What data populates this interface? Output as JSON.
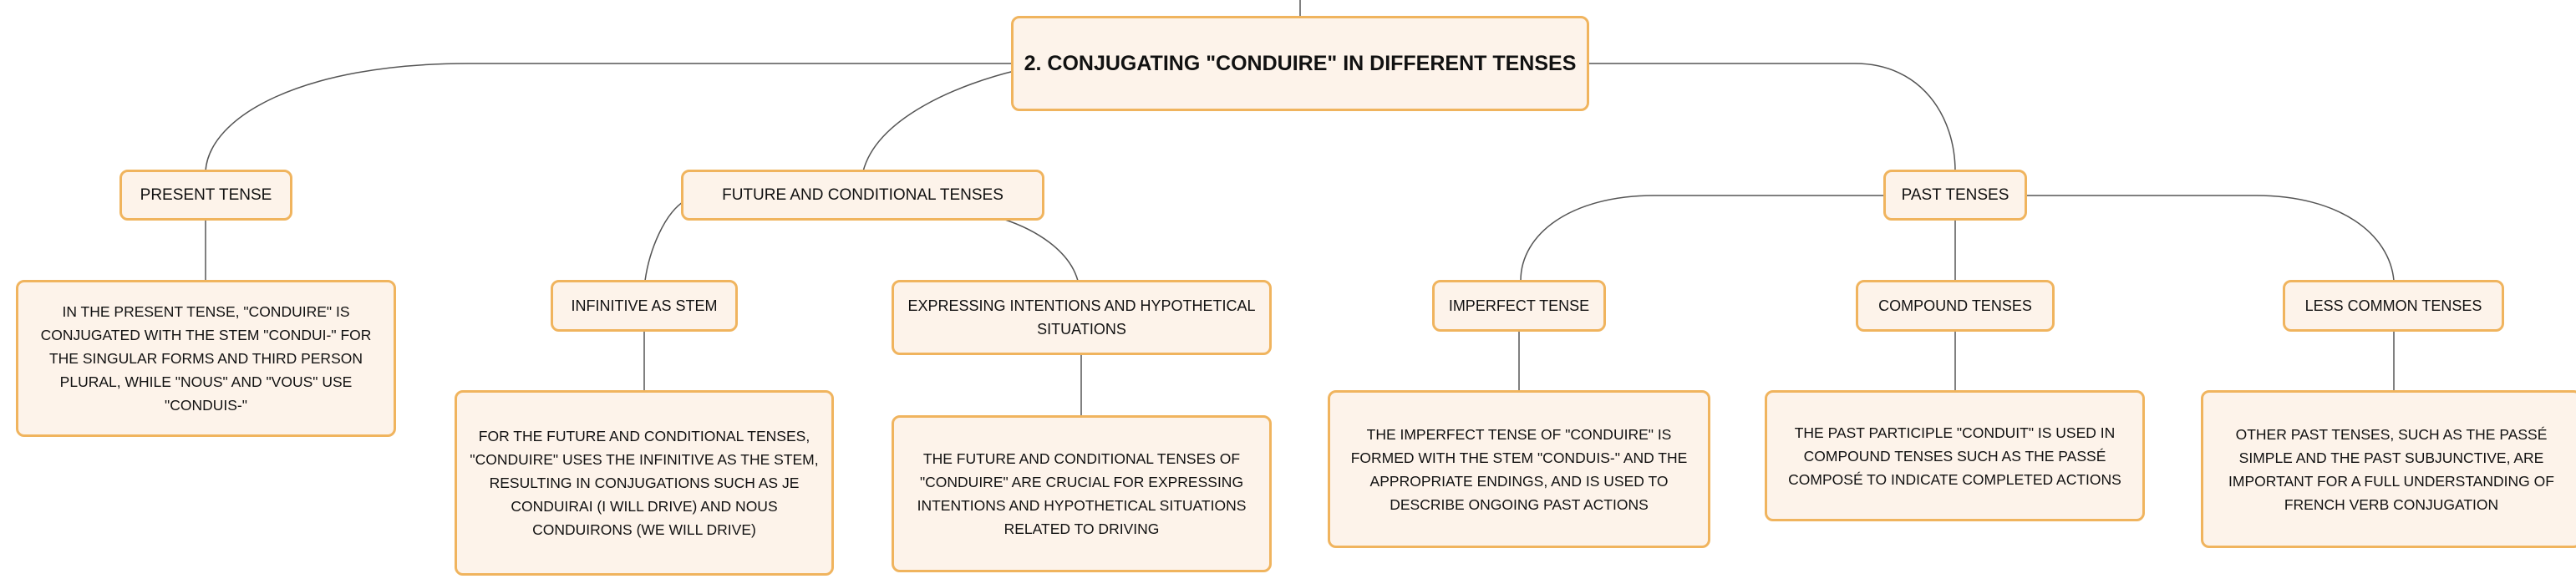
{
  "mindmap": {
    "root": "2. CONJUGATING \"CONDUIRE\" IN DIFFERENT TENSES",
    "branches": [
      {
        "label": "PRESENT TENSE",
        "details": [
          "IN THE PRESENT TENSE, \"CONDUIRE\" IS CONJUGATED WITH THE STEM \"CONDUI-\" FOR THE SINGULAR FORMS AND THIRD PERSON PLURAL, WHILE \"NOUS\" AND \"VOUS\" USE \"CONDUIS-\""
        ]
      },
      {
        "label": "FUTURE AND CONDITIONAL TENSES",
        "subtopics": [
          {
            "label": "INFINITIVE AS STEM",
            "detail": "FOR THE FUTURE AND CONDITIONAL TENSES, \"CONDUIRE\" USES THE INFINITIVE AS THE STEM, RESULTING IN CONJUGATIONS SUCH AS JE CONDUIRAI (I WILL DRIVE) AND NOUS CONDUIRONS (WE WILL DRIVE)"
          },
          {
            "label": "EXPRESSING INTENTIONS AND HYPOTHETICAL SITUATIONS",
            "detail": "THE FUTURE AND CONDITIONAL TENSES OF \"CONDUIRE\" ARE CRUCIAL FOR EXPRESSING INTENTIONS AND HYPOTHETICAL SITUATIONS RELATED TO DRIVING"
          }
        ]
      },
      {
        "label": "PAST TENSES",
        "subtopics": [
          {
            "label": "IMPERFECT TENSE",
            "detail": "THE IMPERFECT TENSE OF \"CONDUIRE\" IS FORMED WITH THE STEM \"CONDUIS-\" AND THE APPROPRIATE ENDINGS, AND IS USED TO DESCRIBE ONGOING PAST ACTIONS"
          },
          {
            "label": "COMPOUND TENSES",
            "detail": "THE PAST PARTICIPLE \"CONDUIT\" IS USED IN COMPOUND TENSES SUCH AS THE PASSÉ COMPOSÉ TO INDICATE COMPLETED ACTIONS"
          },
          {
            "label": "LESS COMMON TENSES",
            "detail": "OTHER PAST TENSES, SUCH AS THE PASSÉ SIMPLE AND THE PAST SUBJUNCTIVE, ARE IMPORTANT FOR A FULL UNDERSTANDING OF FRENCH VERB CONJUGATION"
          }
        ]
      }
    ]
  }
}
